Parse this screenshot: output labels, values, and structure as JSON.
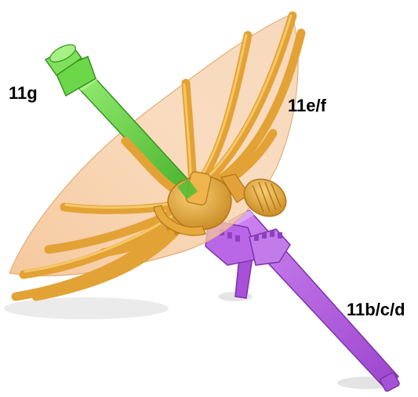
{
  "labels": {
    "green_part": "11g",
    "orange_parts": "11e/f",
    "purple_parts": "11b/c/d"
  },
  "colors": {
    "background": "#ffffff",
    "canopy_fill": "#f5c597",
    "rib_orange": "#e6a233",
    "rib_orange_light": "#f7c25a",
    "rib_orange_dark": "#b9781c",
    "rod_green": "#5bd038",
    "rod_green_light": "#8ee86a",
    "rod_green_dark": "#3c9a22",
    "handle_purple": "#b65ee6",
    "handle_purple_light": "#d597f4",
    "handle_purple_dark": "#8437b3",
    "shadow": "#d9d9d9"
  },
  "components": [
    {
      "part": "green_part",
      "shape": "straight rod with flanged cap"
    },
    {
      "part": "orange_parts",
      "shape": "translucent canopy with curved ribs and knurled knob"
    },
    {
      "part": "purple_parts",
      "shape": "long handle bar with clamp and short strut"
    }
  ]
}
